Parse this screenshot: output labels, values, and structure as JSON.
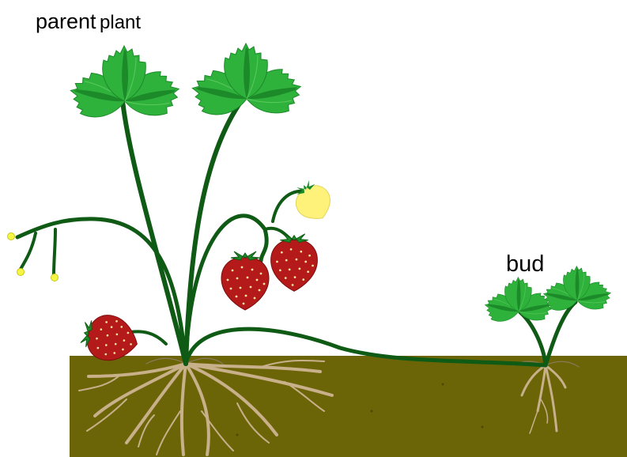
{
  "labels": {
    "parent_word1": "parent",
    "parent_word2": "plant",
    "bud": "bud"
  },
  "colors": {
    "soil": "#6b6508",
    "stem": "#0f5a14",
    "leaf_light": "#2fb23c",
    "leaf_dark": "#1d8a2a",
    "berry_red": "#b51a1a",
    "berry_unripe": "#fff27a",
    "seed": "#f3e7a0",
    "root": "#c8b08a",
    "flower_bud": "#f5f544",
    "text": "#000000"
  }
}
